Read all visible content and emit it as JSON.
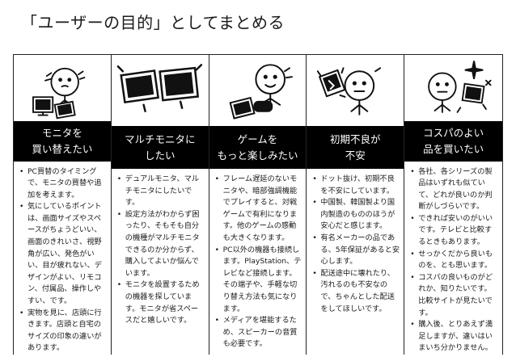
{
  "title": "「ユーザーの目的」としてまとめる",
  "columns": [
    {
      "head": [
        "モニタを",
        "買い替えたい"
      ],
      "illustration": "person-with-two-monitors-icon",
      "bullets": [
        "PC買替のタイミングで、モニタの買替や追加を考えます。",
        "気にしているポイントは、画面サイズやスペースがちょうどいい、画面のきれいさ、視野角が広い、発色がいい、目が疲れない、デザインがよい、リモコン、付属品、操作しやすい、です。",
        "実物を見に、店頭に行きます。店頭と自宅のサイズの印象の違いがあります。"
      ]
    },
    {
      "head": [
        "マルチモニタに",
        "したい"
      ],
      "illustration": "dual-monitor-icon",
      "bullets": [
        "デュアルモニタ、マルチモニタにしたいです。",
        "設定方法がわからず困ったり、そもそも自分の機種がマルチモニタできるのか分からず、購入してよいか悩んでいます。",
        "モニタを設置するための機器を探しています。モニタが省スペースだと嬉しいです。"
      ]
    },
    {
      "head": [
        "ゲームを",
        "もっと楽しみたい"
      ],
      "illustration": "person-playing-game-icon",
      "bullets": [
        "フレーム遅延のないモニタや、暗部強調機能でプレイすると、対戦ゲームで有利になります。他のゲームの感動も大きくなります。",
        "PC以外の機器も接続します。PlayStation、テレビなど接続します。その端子や、手軽な切り替え方法も気になります。",
        "メディアを堪能するため、スピーカーの音質も必要です。"
      ]
    },
    {
      "head": [
        "初期不良が",
        "不安"
      ],
      "illustration": "broken-monitor-icon",
      "bullets": [
        "ドット抜け、初期不良を不安にしています。",
        "中国製、韓国製より国内製造のもののほうが安心だと感じます。",
        "有名メーカーの品である、5年保証があると安心します。",
        "配送途中に壊れたり、汚れるのも不安なので、ちゃんとした配送をしてほしいです。"
      ]
    },
    {
      "head": [
        "コスパのよい",
        "品を買いたい"
      ],
      "illustration": "sparkling-monitor-icon",
      "bullets": [
        "各社、各シリーズの製品はいずれも似ていて、どれが良いのか判断がしづらいです。",
        "できれば安いのがいいです。テレビと比較するときもあります。",
        "せっかくだから良いものを、とも思います。",
        "コスパの良いものがどれか、知りたいです。比較サイトが見たいです。",
        "購入後、とりあえず満足しますが、違いはいまいち分かりません。"
      ]
    }
  ]
}
